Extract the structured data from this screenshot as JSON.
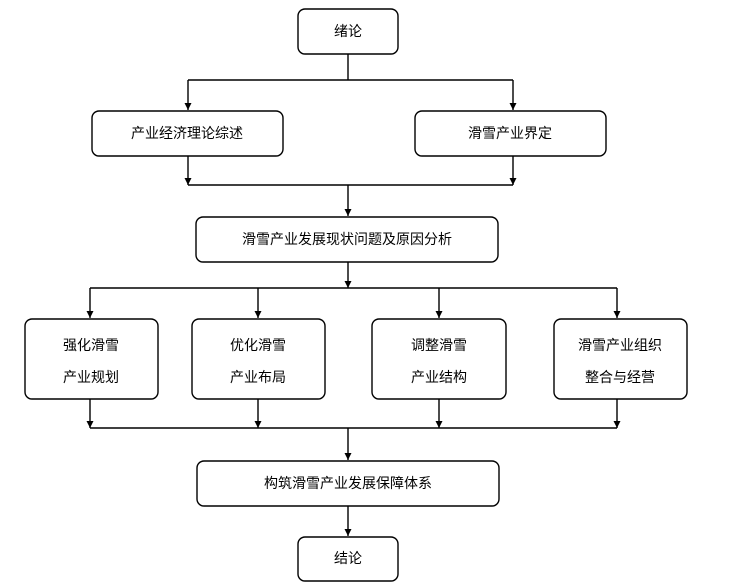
{
  "diagram": {
    "intro": "绪论",
    "theory_review": "产业经济理论综述",
    "industry_definition": "滑雪产业界定",
    "status_analysis": "滑雪产业发展现状问题及原因分析",
    "strategy_plan": [
      "强化滑雪",
      "产业规划"
    ],
    "strategy_layout": [
      "优化滑雪",
      "产业布局"
    ],
    "strategy_structure": [
      "调整滑雪",
      "产业结构"
    ],
    "strategy_organization": [
      "滑雪产业组织",
      "整合与经营"
    ],
    "guarantee_system": "构筑滑雪产业发展保障体系",
    "conclusion": "结论"
  }
}
